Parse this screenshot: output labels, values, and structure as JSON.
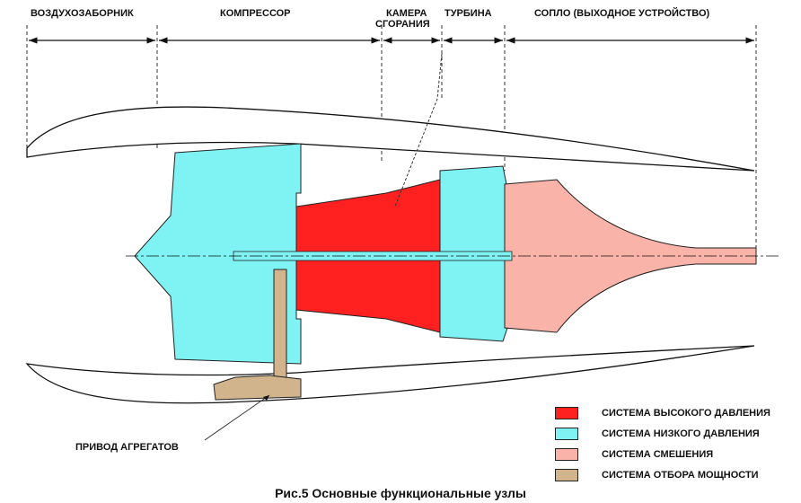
{
  "sections": [
    {
      "label": "ВОЗДУХОЗАБОРНИК"
    },
    {
      "label": "КОМПРЕССОР"
    },
    {
      "label": "КАМЕРА СГОРАНИЯ",
      "line1": "КАМЕРА",
      "line2": "СГОРАНИЯ"
    },
    {
      "label": "ТУРБИНА"
    },
    {
      "label": "СОПЛО (ВЫХОДНОЕ УСТРОЙСТВО)"
    }
  ],
  "callout": "ПРИВОД АГРЕГАТОВ",
  "legend": [
    {
      "label": "СИСТЕМА ВЫСОКОГО ДАВЛЕНИЯ",
      "color": "#ff2020"
    },
    {
      "label": "СИСТЕМА НИЗКОГО ДАВЛЕНИЯ",
      "color": "#7ff3f3"
    },
    {
      "label": "СИСТЕМА СМЕШЕНИЯ",
      "color": "#f9b3a8"
    },
    {
      "label": "СИСТЕМА ОТБОРА МОЩНОСТИ",
      "color": "#d2b48c"
    }
  ],
  "caption": "Рис.5 Основные функциональные узлы"
}
